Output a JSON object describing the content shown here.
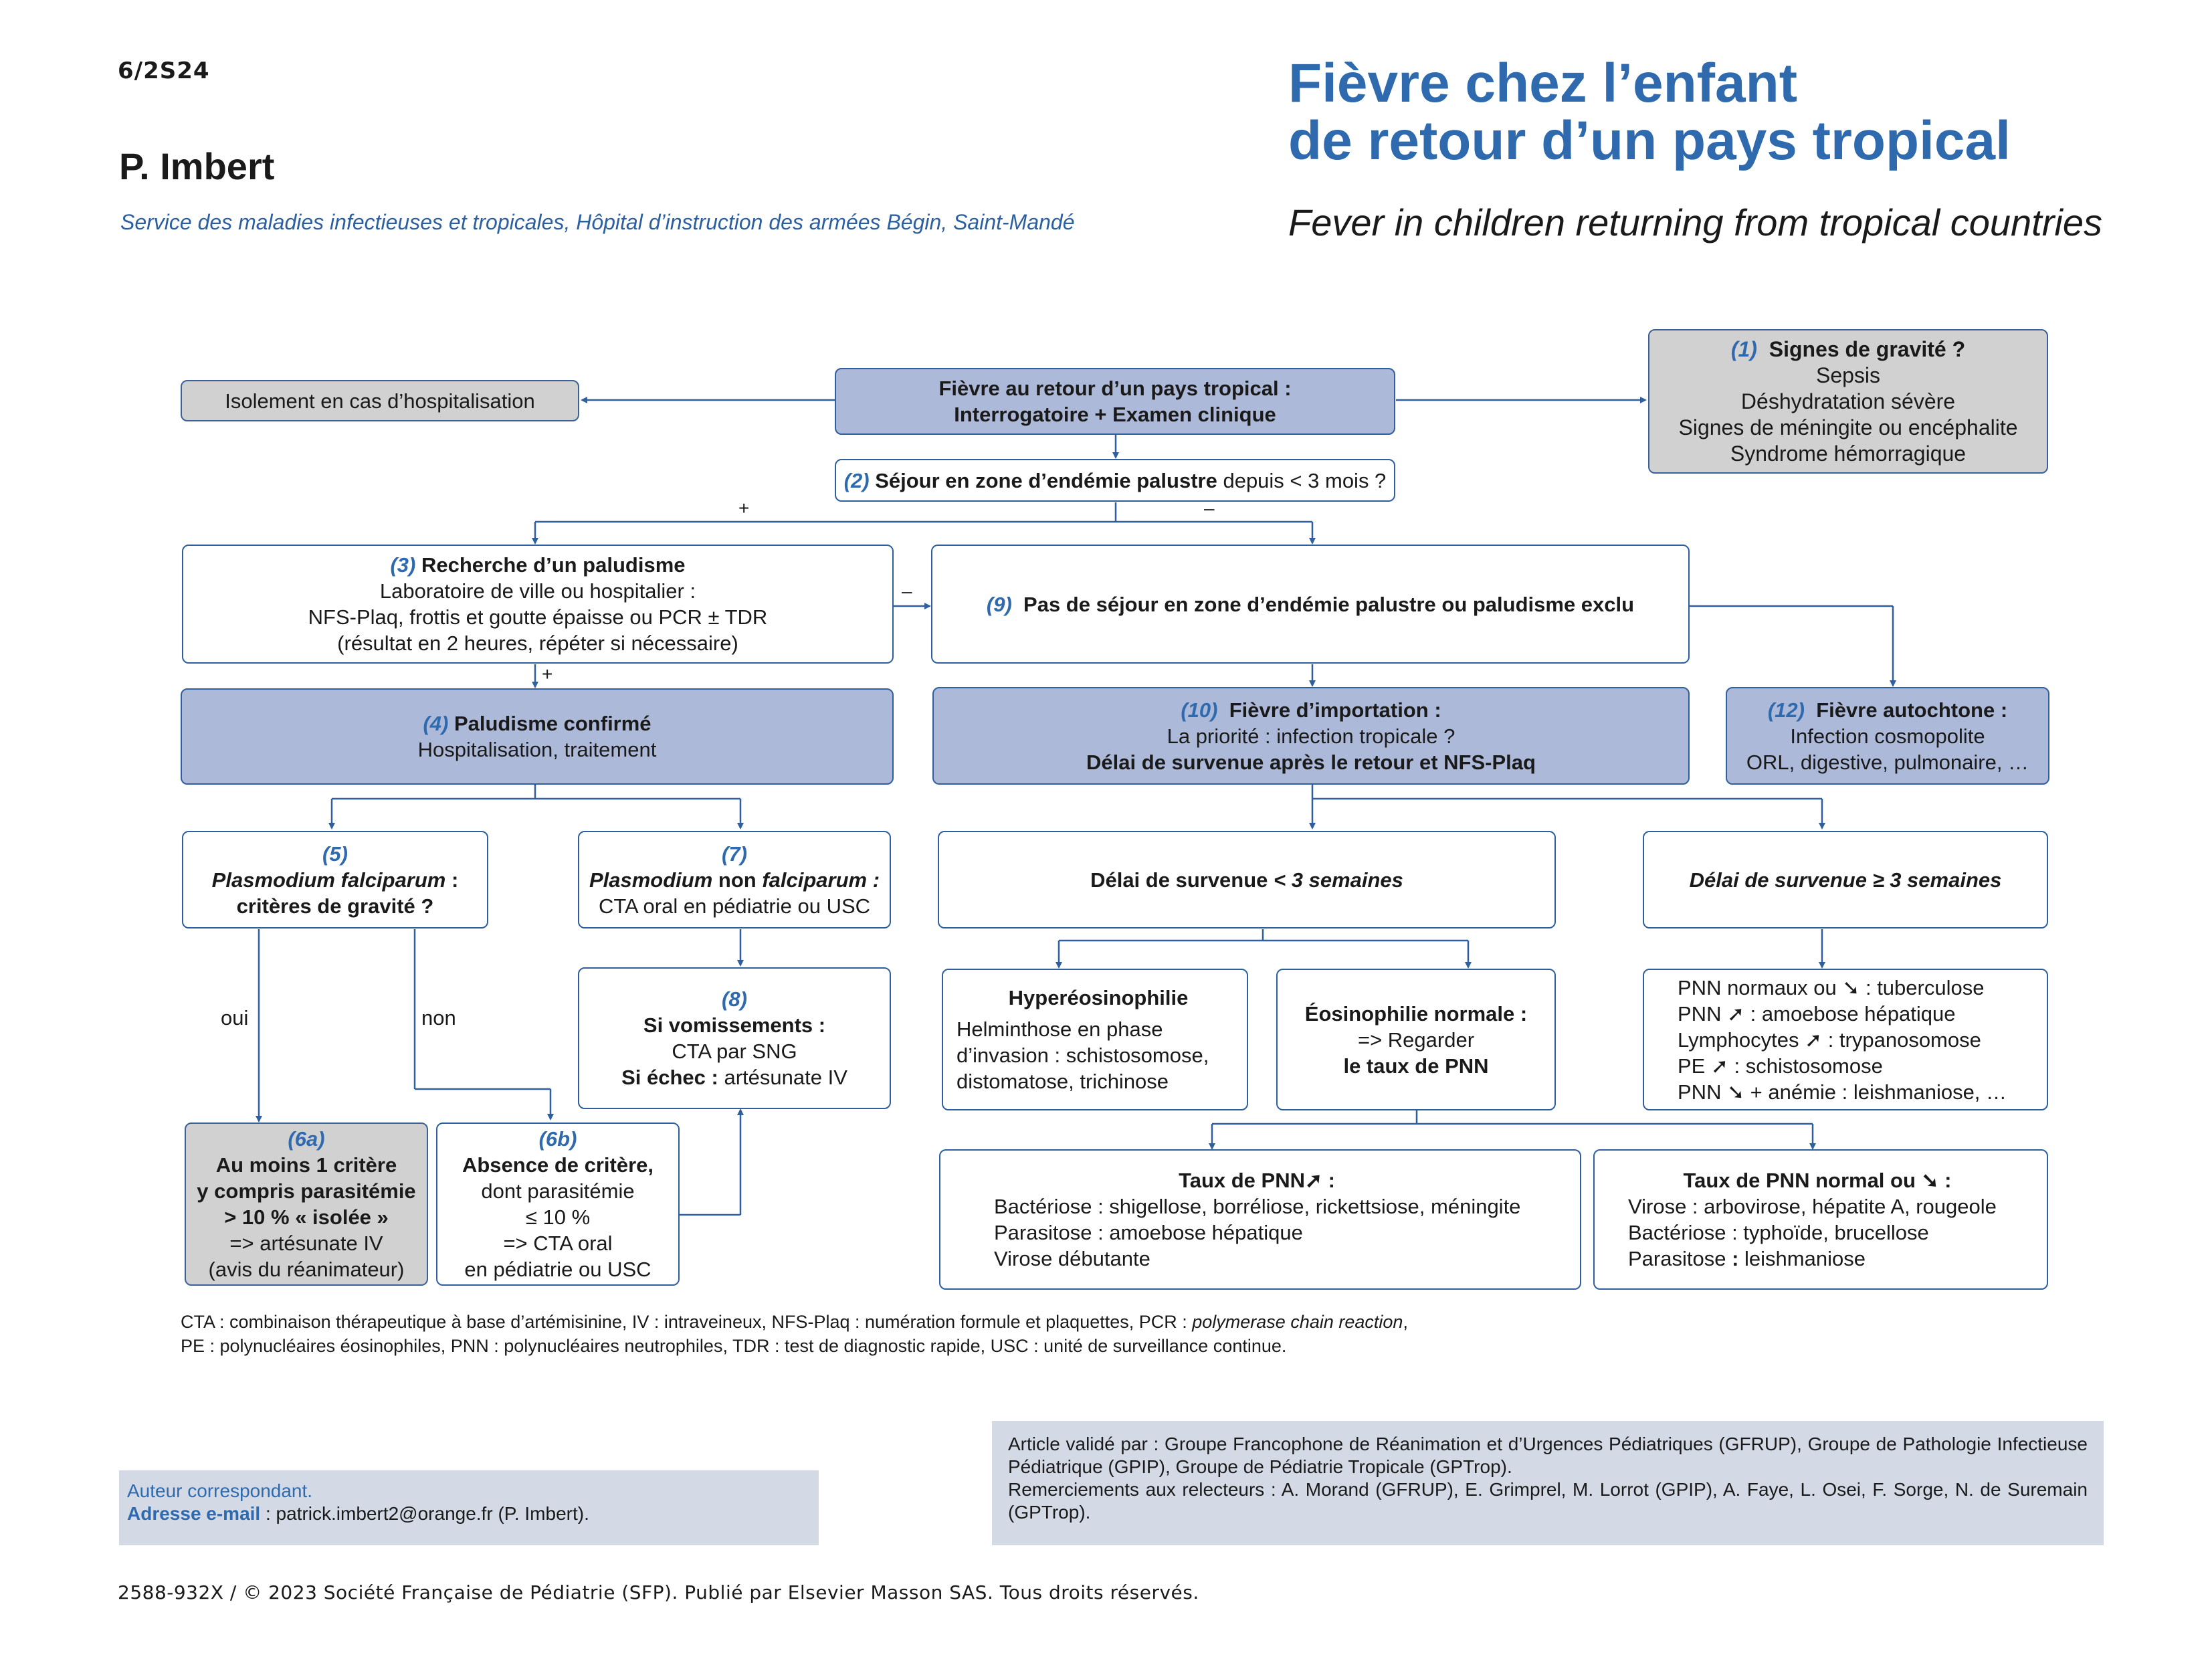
{
  "header": {
    "page_code": "6/2S24",
    "author": "P. Imbert",
    "affiliation": "Service des maladies infectieuses et tropicales, Hôpital d’instruction des armées Bégin, Saint-Mandé",
    "title_line1": "Fièvre chez l’enfant",
    "title_line2": "de retour d’un pays tropical",
    "subtitle": "Fever in children returning from tropical countries"
  },
  "flowchart": {
    "isolation": "Isolement en cas d’hospitalisation",
    "start": {
      "line1": "Fièvre au retour d’un pays tropical :",
      "line2": "Interrogatoire + Examen clinique"
    },
    "n1": {
      "num": "(1)",
      "title": "Signes de gravité ?",
      "items": [
        "Sepsis",
        "Déshydratation sévère",
        "Signes de méningite ou encéphalite",
        "Syndrome hémorragique"
      ]
    },
    "n2": {
      "num": "(2)",
      "bold": "Séjour en zone d’endémie palustre",
      "rest": " depuis < 3 mois ?"
    },
    "n3": {
      "num": "(3)",
      "title": "Recherche d’un paludisme",
      "line1": "Laboratoire de ville ou hospitalier :",
      "line2": "NFS-Plaq, frottis et goutte épaisse ou PCR ± TDR",
      "line3": "(résultat en 2 heures, répéter si nécessaire)"
    },
    "n4": {
      "num": "(4)",
      "title": "Paludisme confirmé",
      "line1": "Hospitalisation, traitement"
    },
    "n5": {
      "num": "(5)",
      "italic_bold": "Plasmodium falciparum",
      "colon": " :",
      "line2": "critères de gravité ?"
    },
    "n6a": {
      "num": "(6a)",
      "line1": "Au moins 1 critère",
      "line2": "y compris parasitémie",
      "line3": "> 10 % « isolée »",
      "line4": "=> artésunate IV",
      "line5": "(avis du réanimateur)"
    },
    "n6b": {
      "num": "(6b)",
      "line1": "Absence de critère,",
      "line2": "dont  parasitémie",
      "line3": "≤ 10 %",
      "line4": "=> CTA oral",
      "line5": "en pédiatrie ou USC"
    },
    "n7": {
      "num": "(7)",
      "italic_a": "Plasmodium",
      "bold_mid": " non ",
      "italic_b": "falciparum",
      "colon": " :",
      "line2": "CTA oral en pédiatrie ou USC"
    },
    "n8": {
      "num": "(8)",
      "line1": "Si vomissements :",
      "line2": "CTA par SNG",
      "line3_bold": "Si échec :",
      "line3_rest": " artésunate IV"
    },
    "n9": {
      "num": "(9)",
      "text": "Pas  de séjour en zone d’endémie palustre ou paludisme exclu"
    },
    "n10": {
      "num": "(10)",
      "title": "Fièvre d’importation :",
      "line1": "La priorité : infection tropicale ?",
      "line2": "Délai de survenue après le retour et NFS-Plaq"
    },
    "n12": {
      "num": "(12)",
      "title": "Fièvre autochtone :",
      "line1": "Infection cosmopolite",
      "line2": "ORL, digestive, pulmonaire, …"
    },
    "delay_short": {
      "bold": "Délai de survenue ",
      "italic": " < 3 semaines"
    },
    "delay_long": "Délai de survenue ≥ 3 semaines",
    "hypereo": {
      "title": "Hyperéosinophilie",
      "lines": [
        "Helminthose en phase",
        "d’invasion : schistosomose,",
        "distomatose, trichinose"
      ]
    },
    "eonormal": {
      "title": "Éosinophilie normale :",
      "line1": "=> Regarder",
      "line2": "le taux de PNN"
    },
    "pnn_list": [
      "PNN normaux ou ➘ : tuberculose",
      "PNN ➚ : amoebose hépatique",
      "Lymphocytes ➚ : trypanosomose",
      "PE ➚ : schistosomose",
      "PNN ➘ + anémie : leishmaniose, …"
    ],
    "pnn_high": {
      "title": "Taux de PNN➚ :",
      "lines": [
        "Bactériose : shigellose, borréliose, rickettsiose, méningite",
        "Parasitose : amoebose hépatique",
        "Virose débutante"
      ]
    },
    "pnn_normal": {
      "title": "Taux de PNN normal ou ➘ :",
      "lines": [
        "Virose : arbovirose, hépatite A, rougeole",
        "Bactériose : typhoïde, brucellose"
      ],
      "last_a": "Parasitose ",
      "last_b": ":",
      "last_c": " leishmaniose"
    },
    "labels": {
      "plus1": "+",
      "minus1": "–",
      "minus2": "–",
      "plus2": "+",
      "oui": "oui",
      "non": "non"
    }
  },
  "notes": {
    "line1_a": "CTA : combinaison thérapeutique à base d’artémisinine, IV : intraveineux, NFS-Plaq : numération formule et plaquettes, PCR : ",
    "line1_i": "polymerase chain reaction",
    "line1_b": ",",
    "line2": "PE : polynucléaires éosinophiles, PNN : polynucléaires neutrophiles, TDR : test de diagnostic rapide, USC : unité de surveillance continue."
  },
  "footer": {
    "corr_title": "Auteur correspondant.",
    "corr_label": "Adresse e-mail",
    "corr_value": " : patrick.imbert2@orange.fr (P. Imbert).",
    "validation": "Article validé par : Groupe Francophone de Réanimation et d’Urgences Pédiatriques (GFRUP), Groupe de Pathologie Infectieuse Pédiatrique (GPIP), Groupe de Pédiatrie Tropicale (GPTrop).",
    "thanks": "Remerciements aux relecteurs : A. Morand (GFRUP), E. Grimprel, M. Lorrot (GPIP), A. Faye, L. Osei, F. Sorge, N. de Suremain (GPTrop).",
    "copyright": "2588-932X / © 2023 Société Française de Pédiatrie (SFP). Publié par Elsevier Masson SAS. Tous droits réservés."
  },
  "colors": {
    "title_blue": "#2e6aad",
    "box_border": "#2f5f9e",
    "box_fill_blue": "#adb9d8",
    "box_fill_grey": "#d1d1d1",
    "footer_fill": "#d3d9e5"
  }
}
